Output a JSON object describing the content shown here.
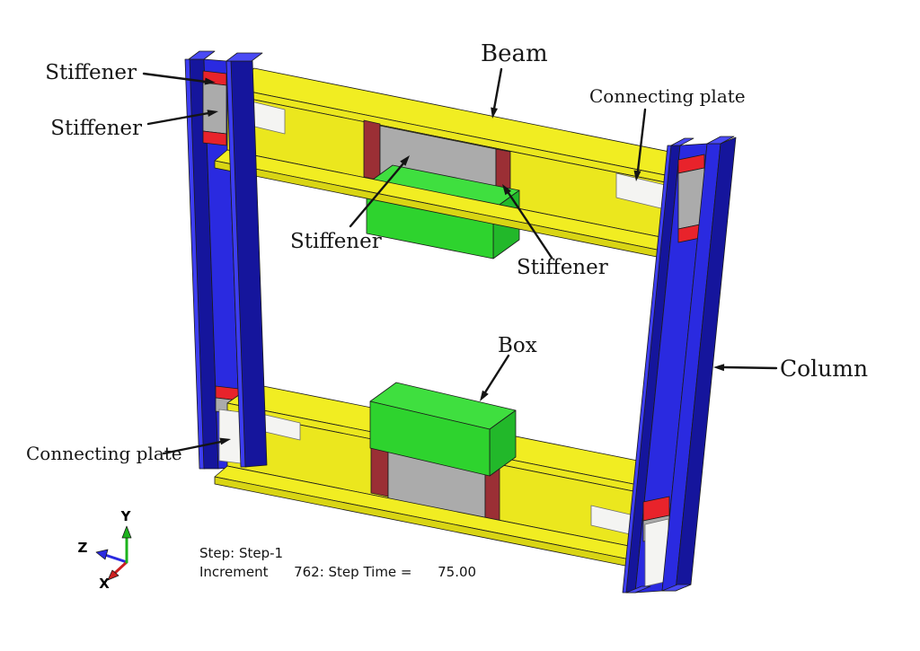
{
  "figure": {
    "description": "Annotated 3D finite-element model of a steel beam-column frame joint",
    "legend": {
      "beam_color": "yellow",
      "column_color": "blue",
      "column_stiffener_color": "red",
      "web_stiffener_color": "gray",
      "box_color": "green",
      "connecting_plate_color": "white"
    }
  },
  "annotations": {
    "stiffener_col_top": "Stiffener",
    "stiffener_col_web": "Stiffener",
    "beam": "Beam",
    "connecting_plate_top": "Connecting plate",
    "stiffener_beam_web": "Stiffener",
    "stiffener_beam_right": "Stiffener",
    "box": "Box",
    "column": "Column",
    "connecting_plate_bottom": "Connecting plate"
  },
  "status_block": {
    "line1": "Step: Step-1",
    "line2": "Increment      762: Step Time =      75.00"
  },
  "triad": {
    "y_label": "Y",
    "z_label": "Z",
    "x_label": "X"
  },
  "colors": {
    "beam_yellow": "#ebe71e",
    "beam_yellow_top": "#f1ed22",
    "column_blue": "#2a2ae0",
    "column_blue_dark": "#15159c",
    "stiffener_red": "#e8232b",
    "beam_stiffener_dark_red": "#9b2f35",
    "stiffener_gray": "#ababab",
    "box_green": "#2ed32e",
    "plate_white": "#f4f4f2",
    "axis_x_red": "#cc2020",
    "axis_y_green": "#1db31d",
    "axis_z_blue": "#2a2ae0"
  }
}
